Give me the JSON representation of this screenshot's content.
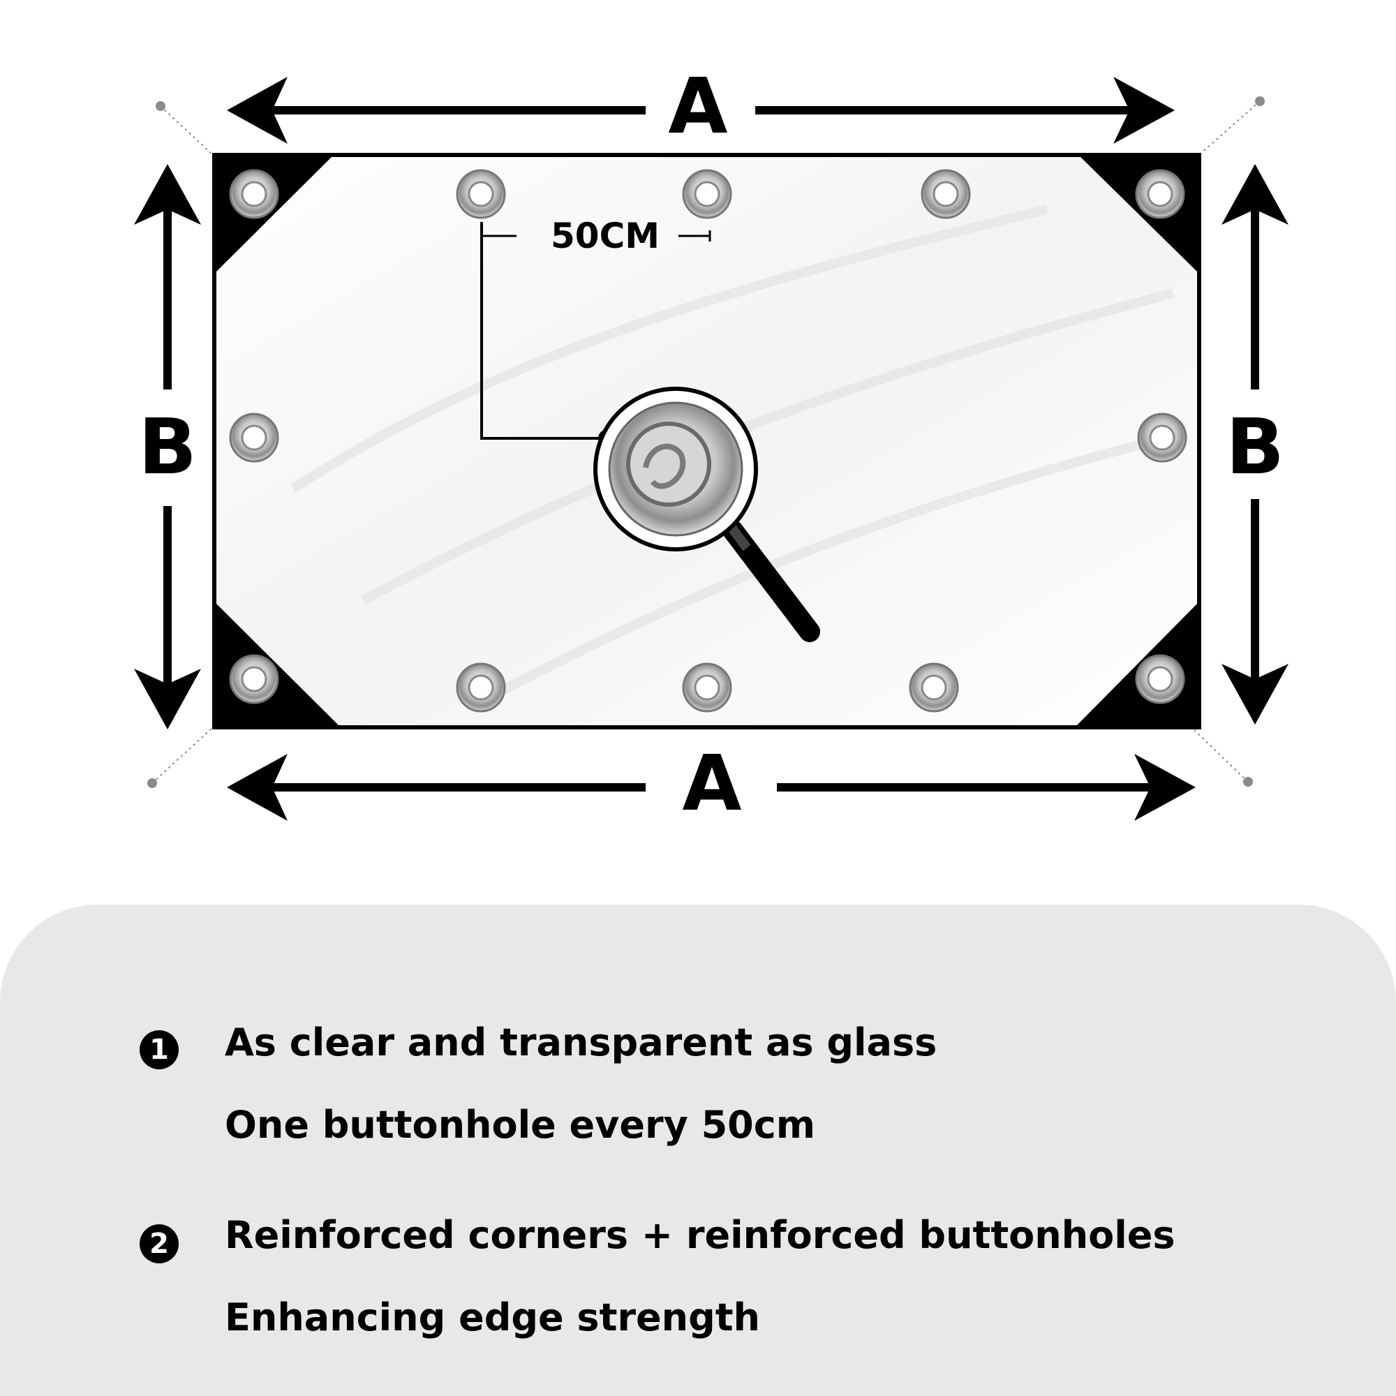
{
  "diagram": {
    "top_label": "A",
    "bottom_label": "A",
    "left_label": "B",
    "right_label": "B",
    "spacing_label": "50CM"
  },
  "features": [
    {
      "number": "1",
      "lines": [
        "As clear and transparent as glass",
        "One buttonhole every 50cm"
      ]
    },
    {
      "number": "2",
      "lines": [
        "Reinforced corners + reinforced buttonholes",
        "Enhancing edge strength"
      ]
    }
  ],
  "colors": {
    "panel": "#e8e8e8",
    "ink": "#000000",
    "grommet": "#b5b5b5"
  }
}
